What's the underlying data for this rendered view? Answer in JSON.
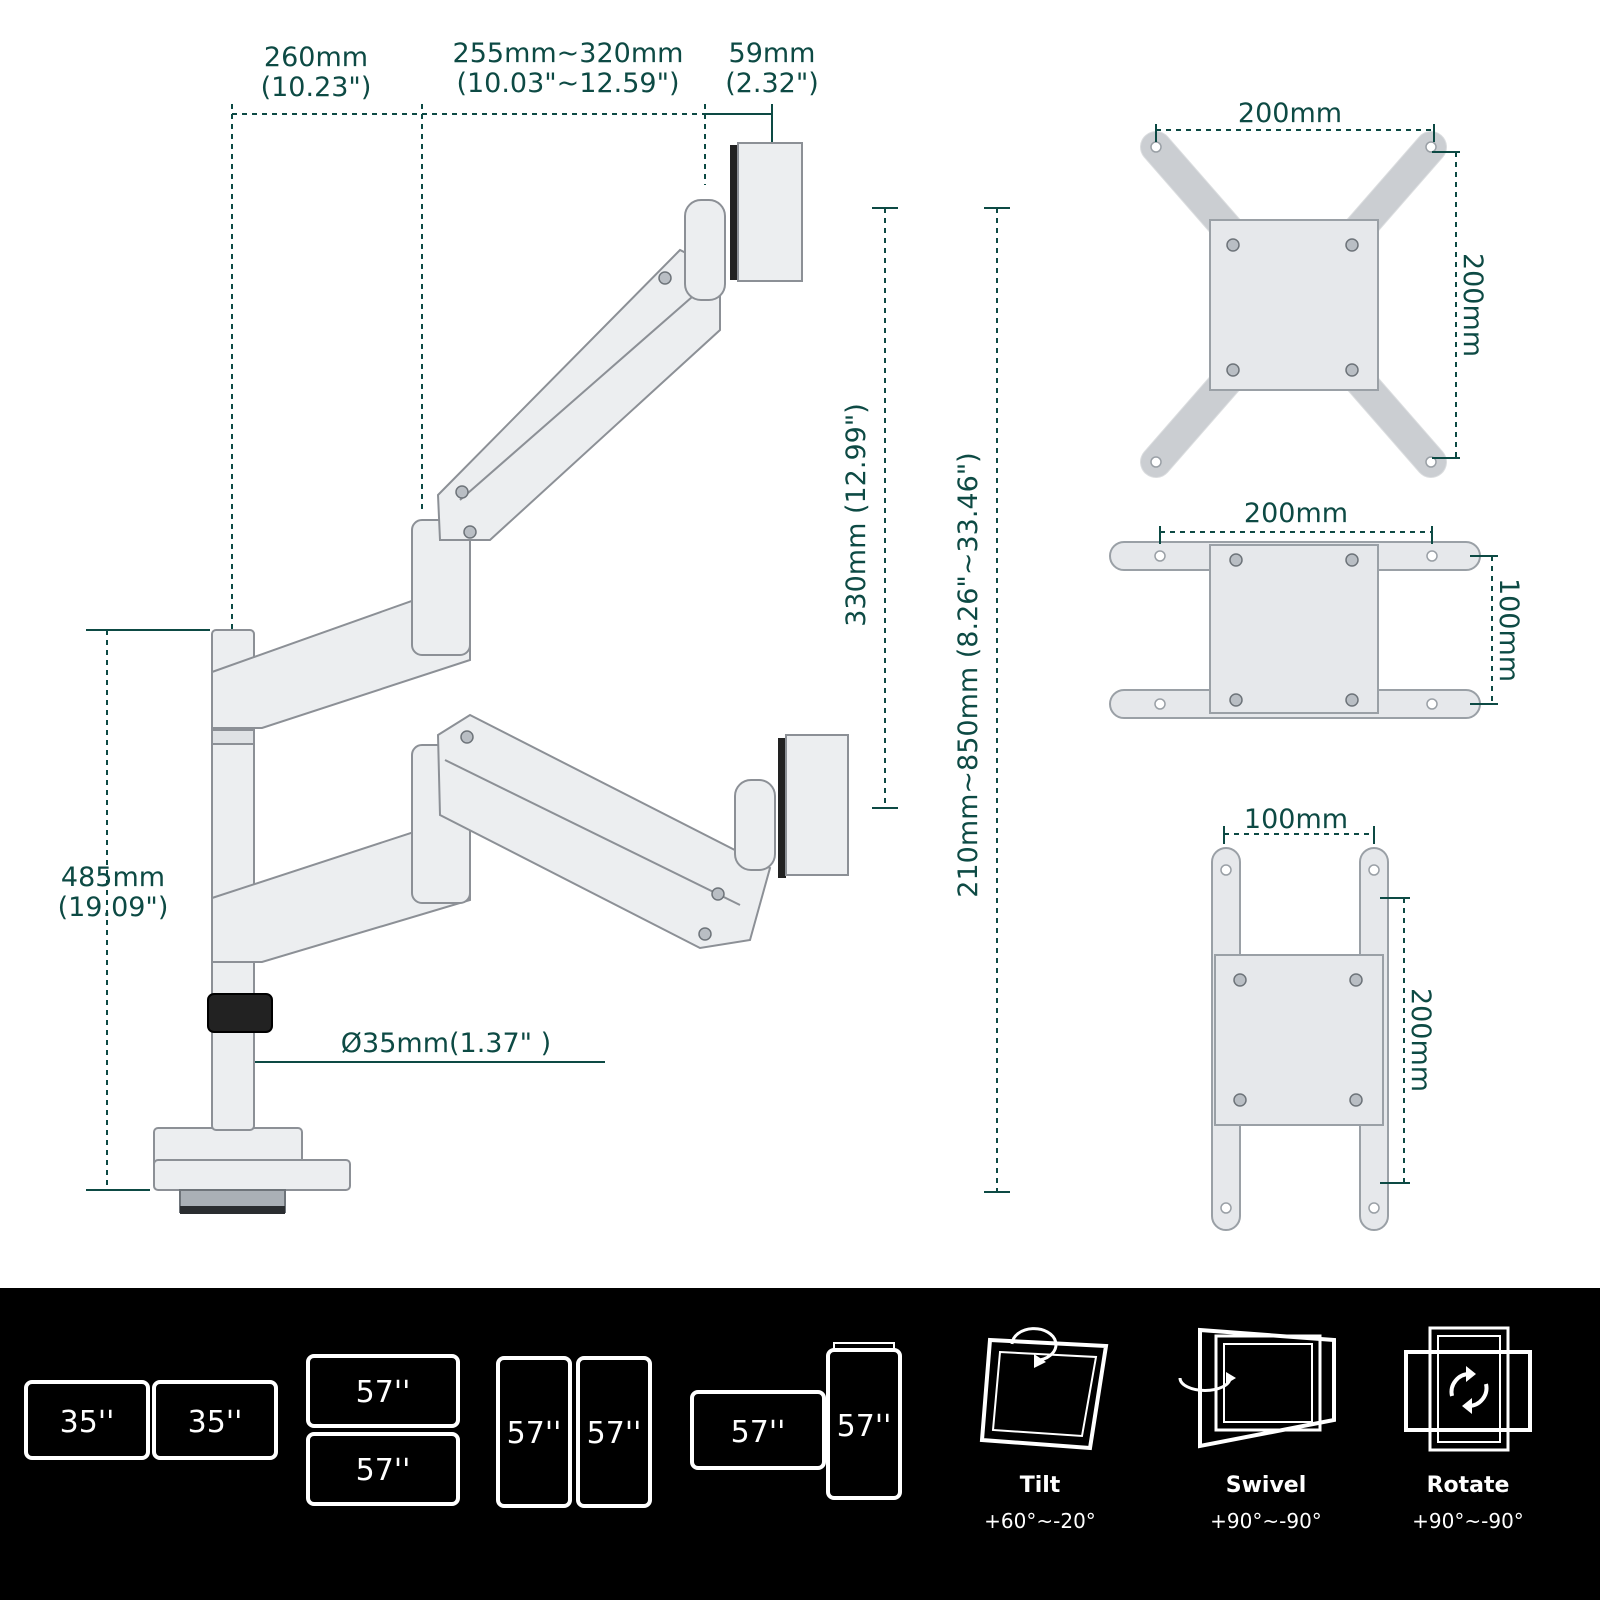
{
  "dimensions": {
    "width_top": "260mm",
    "width_top_in": "(10.23\")",
    "arm_length": "255mm~320mm",
    "arm_length_in": "(10.03\"~12.59\")",
    "offset": "59mm",
    "offset_in": "(2.32\")",
    "pole_height": "485mm",
    "pole_height_in": "(19.09\")",
    "arm_vertical": "330mm (12.99\")",
    "total_height": "210mm~850mm (8.26\"~33.46\")",
    "pole_diameter": "Ø35mm(1.37\" )"
  },
  "vesa": {
    "plate1": {
      "width": "200mm",
      "height": "200mm"
    },
    "plate2": {
      "width": "200mm",
      "height": "100mm"
    },
    "plate3": {
      "width": "100mm",
      "height": "200mm"
    }
  },
  "screen_configs": [
    {
      "screens": [
        "35''",
        "35''"
      ]
    },
    {
      "screens": [
        "57''",
        "57''"
      ]
    },
    {
      "screens": [
        "57''",
        "57''"
      ]
    },
    {
      "screens": [
        "57''",
        "57''"
      ]
    }
  ],
  "features": [
    {
      "title": "Tilt",
      "range": "+60°~-20°",
      "icon": "tilt-icon"
    },
    {
      "title": "Swivel",
      "range": "+90°~-90°",
      "icon": "swivel-icon"
    },
    {
      "title": "Rotate",
      "range": "+90°~-90°",
      "icon": "rotate-icon"
    }
  ],
  "colors": {
    "dimension": "#0d4a44",
    "band": "#000000",
    "metal": "#eceef0"
  }
}
